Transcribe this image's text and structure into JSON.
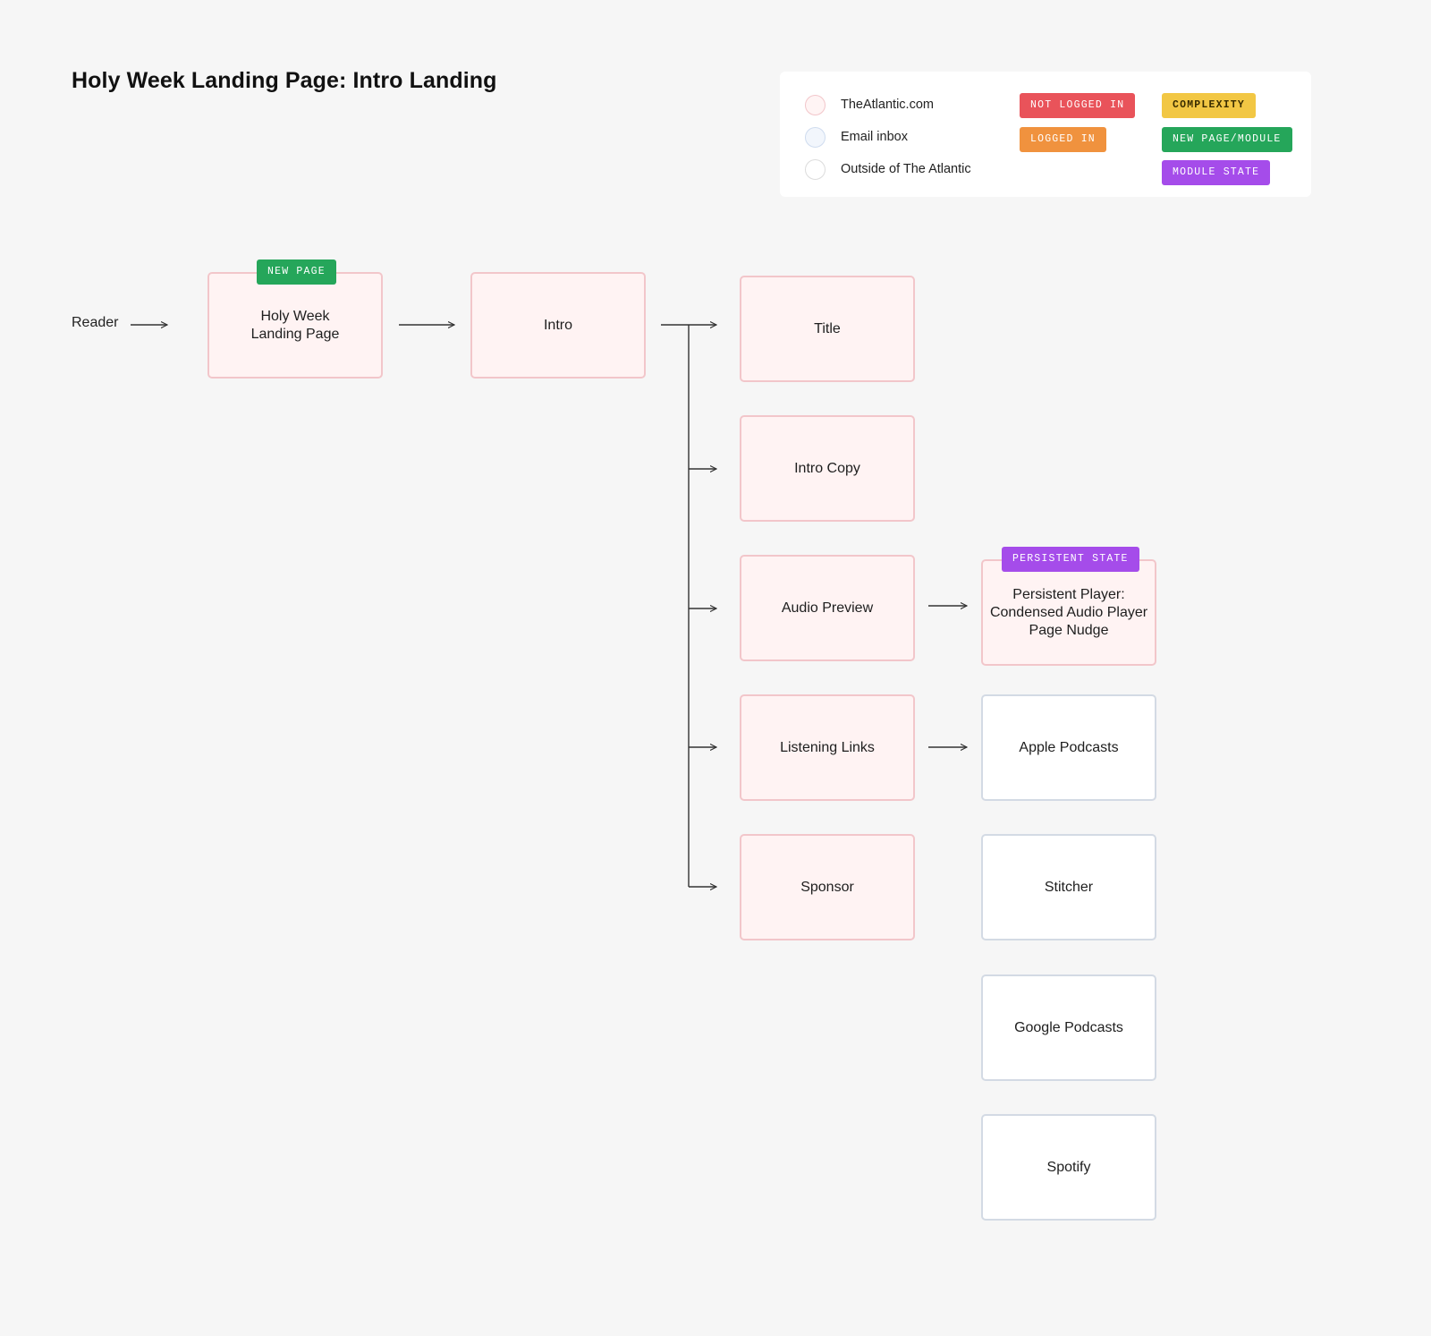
{
  "title": "Holy Week Landing Page: Intro Landing",
  "legend": {
    "locations": [
      {
        "label": "TheAtlantic.com",
        "color": "#fff4f4"
      },
      {
        "label": "Email inbox",
        "color": "#f2f6fc"
      },
      {
        "label": "Outside of The Atlantic",
        "color": "#ffffff"
      }
    ],
    "tags": {
      "not_logged_in": "NOT LOGGED IN",
      "logged_in": "LOGGED IN",
      "complexity": "COMPLEXITY",
      "new_page_module": "NEW PAGE/MODULE",
      "module_state": "MODULE STATE"
    },
    "tag_colors": {
      "not_logged_in": "#e9535a",
      "logged_in": "#f0923e",
      "complexity": "#f2c744",
      "new_page_module": "#25a65a",
      "module_state": "#a54cea"
    }
  },
  "flow": {
    "start": "Reader",
    "nodes": {
      "landing": {
        "label": "Holy Week\nLanding Page",
        "badge": "NEW PAGE"
      },
      "intro": {
        "label": "Intro"
      },
      "title": {
        "label": "Title"
      },
      "intro_copy": {
        "label": "Intro Copy"
      },
      "audio_preview": {
        "label": "Audio Preview"
      },
      "listening_links": {
        "label": "Listening Links"
      },
      "sponsor": {
        "label": "Sponsor"
      },
      "persistent_player": {
        "label": "Persistent Player:\nCondensed Audio Player\nPage Nudge",
        "badge": "PERSISTENT STATE"
      },
      "apple_podcasts": {
        "label": "Apple Podcasts"
      },
      "stitcher": {
        "label": "Stitcher"
      },
      "google_podcasts": {
        "label": "Google Podcasts"
      },
      "spotify": {
        "label": "Spotify"
      }
    }
  }
}
